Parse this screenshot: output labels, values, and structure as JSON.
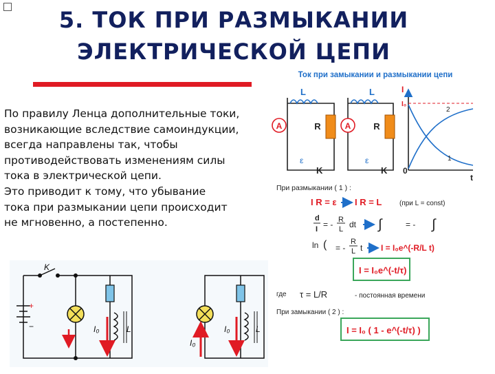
{
  "slide": {
    "title_line1": "5. ТОК ПРИ РАЗМЫКАНИИ",
    "title_line2": "ЭЛЕКТРИЧЕСКОЙ ЦЕПИ",
    "body_lines": [
      "По правилу Ленца дополнительные токи,",
      "возникающие вследствие самоиндукции,",
      "всегда направлены так, чтобы",
      "противодействовать изменениям силы",
      "тока в электрической цепи.",
      "Это приводит к тому, что убывание",
      "тока при размыкании цепи происходит",
      "не мгновенно, а постепенно."
    ]
  },
  "right_panel": {
    "header": "Ток при замыкании и размыкании цепи",
    "circuit": {
      "inductor": "L",
      "resistor": "R",
      "ammeter": "A",
      "emf": "ε",
      "key": "K"
    },
    "graph": {
      "y_label": "I",
      "y_tick": "I₀",
      "x_label": "t",
      "origin": "0",
      "curve1": "1",
      "curve2": "2"
    },
    "opening_label": "При размыкании ( 1 ) :",
    "formula_ir": "I R = ε",
    "formula_ir2": "I R = L",
    "formula_note": "(при  L = const)",
    "formula_ln_result": "I = I₀e^(-R/L t)",
    "result_box": "I = I₀e^(-t/τ)",
    "where_label": "где",
    "tau_formula": "τ = L/R",
    "tau_desc": "- постоянная времени",
    "closing_label": "При замыкании ( 2 ) :",
    "closing_box": "I = I₀ ( 1 - e^(-t/τ) )"
  },
  "bottom_circuit": {
    "key_label": "K",
    "plus": "+",
    "minus": "−",
    "i0_label": "I₀",
    "l_label": "L"
  }
}
